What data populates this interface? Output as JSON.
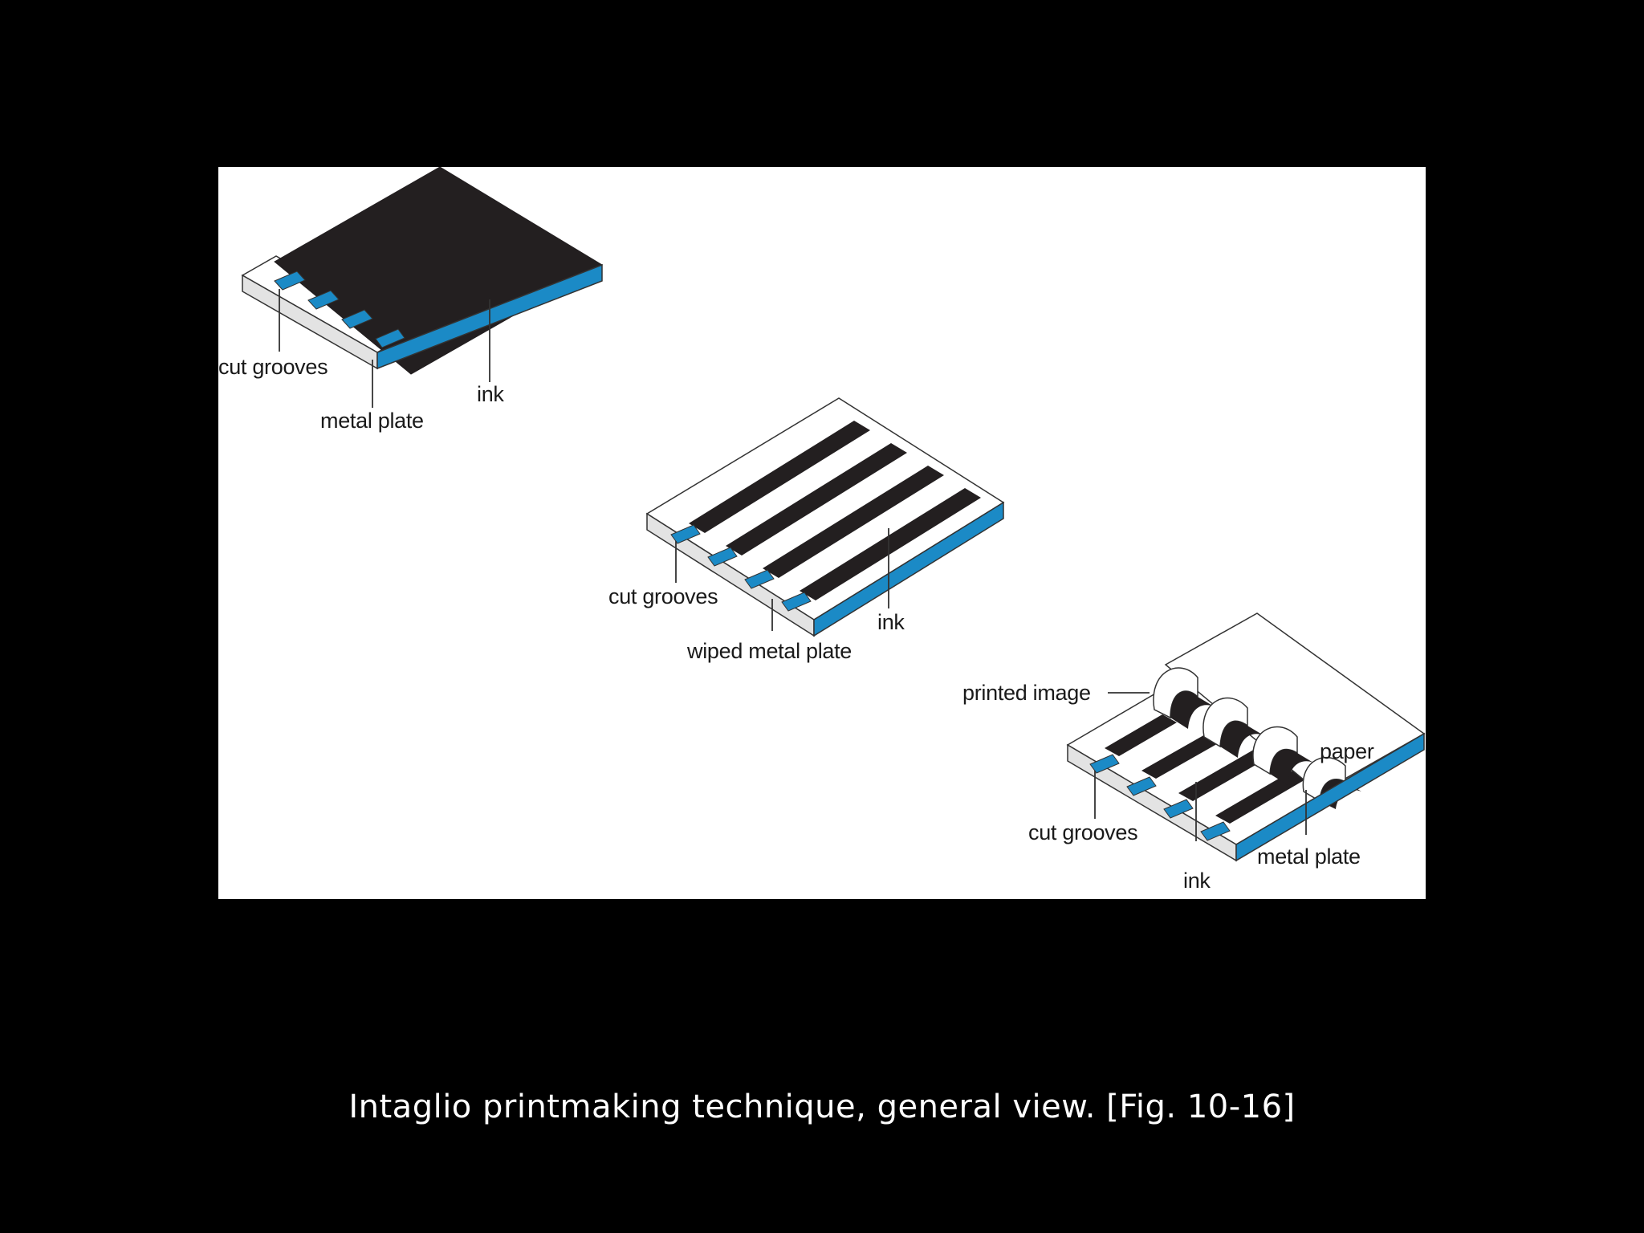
{
  "caption": "Intaglio printmaking technique, general view. [Fig. 10-16]",
  "colors": {
    "background": "#000000",
    "panel": "#ffffff",
    "ink": "#231f20",
    "accent_blue": "#1b8ac6",
    "plate_side": "#e3e3e3",
    "outline": "#333333"
  },
  "diagram": {
    "stage1": {
      "cut_grooves": "cut grooves",
      "metal_plate": "metal plate",
      "ink": "ink"
    },
    "stage2": {
      "cut_grooves": "cut grooves",
      "wiped_metal_plate": "wiped metal plate",
      "ink": "ink"
    },
    "stage3": {
      "printed_image": "printed image",
      "paper": "paper",
      "cut_grooves": "cut grooves",
      "metal_plate": "metal plate",
      "ink": "ink"
    }
  }
}
